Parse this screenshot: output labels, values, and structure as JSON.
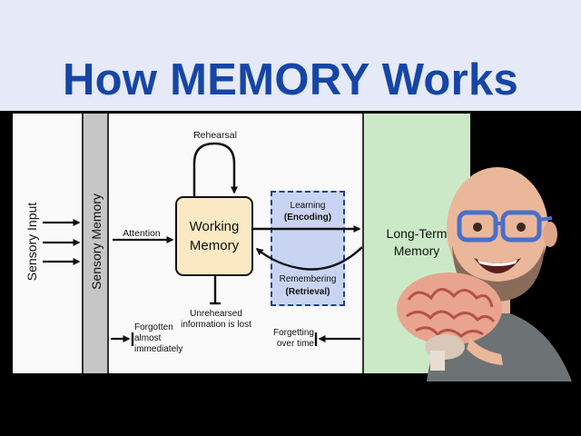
{
  "title": "How MEMORY Works",
  "diagram": {
    "sensory_input": "Sensory Input",
    "sensory_memory": "Sensory Memory",
    "attention": "Attention",
    "rehearsal": "Rehearsal",
    "working_memory_line1": "Working",
    "working_memory_line2": "Memory",
    "learning": "Learning",
    "encoding": "(Encoding)",
    "remembering": "Remembering",
    "retrieval": "(Retrieval)",
    "ltm_line1": "Long-Term",
    "ltm_line2": "Memory",
    "unrehearsed_line1": "Unrehearsed",
    "unrehearsed_line2": "information is lost",
    "forgotten_line1": "Forgotten",
    "forgotten_line2": "almost",
    "forgotten_line3": "immediately",
    "forgetting_line1": "Forgetting",
    "forgetting_line2": "over time"
  },
  "colors": {
    "title": "#1546a6",
    "title_band": "#e6e9f7",
    "sensory_panel": "#c6c6c6",
    "working_memory": "#fbe9c4",
    "encoding_box": "#c9d4f3",
    "encoding_border": "#1e3f9e",
    "long_term_panel": "#cbe9c7"
  },
  "icons": [
    "brain-model-icon",
    "person-icon"
  ]
}
